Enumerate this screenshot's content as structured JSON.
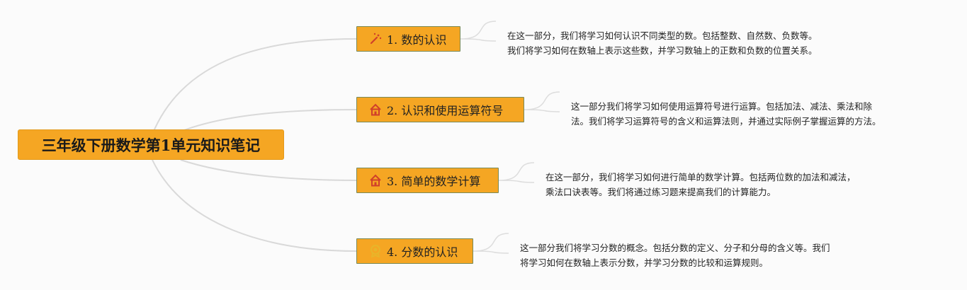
{
  "root": {
    "title": "三年级下册数学第1单元知识笔记"
  },
  "colors": {
    "node_fill": "#f5a623",
    "link": "#d9d9d9",
    "house_icon": "#d0402a",
    "wand_icon": "#d0402a",
    "badge_icon": "#e8b52a"
  },
  "branches": [
    {
      "label": "1. 数的认识",
      "icon": "magic-wand-icon",
      "note": [
        "在这一部分，我们将学习如何认识不同类型的数。包括整数、自然数、负数等。",
        "我们将学习如何在数轴上表示这些数，并学习数轴上的正数和负数的位置关系。"
      ]
    },
    {
      "label": "2. 认识和使用运算符号",
      "icon": "house-icon",
      "note": [
        "这一部分我们将学习如何使用运算符号进行运算。包括加法、减法、乘法和除",
        "法。我们将学习运算符号的含义和运算法则，并通过实际例子掌握运算的方法。"
      ]
    },
    {
      "label": "3. 简单的数学计算",
      "icon": "house-icon",
      "note": [
        "在这一部分，我们将学习如何进行简单的数学计算。包括两位数的加法和减法，",
        "乘法口诀表等。我们将通过练习题来提高我们的计算能力。"
      ]
    },
    {
      "label": "4. 分数的认识",
      "icon": "badge-icon",
      "note": [
        "这一部分我们将学习分数的概念。包括分数的定义、分子和分母的含义等。我们",
        "将学习如何在数轴上表示分数，并学习分数的比较和运算规则。"
      ]
    }
  ]
}
